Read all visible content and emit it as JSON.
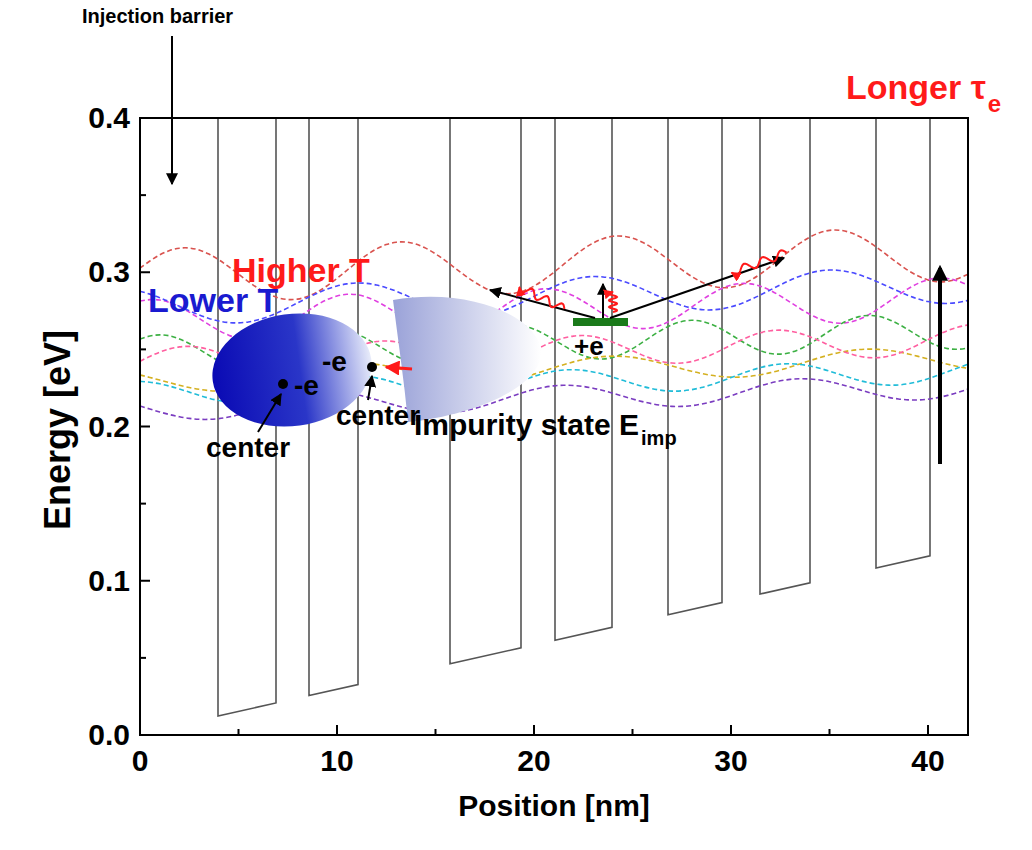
{
  "diagram": {
    "labels": [
      "Injection barrier",
      "Lower T",
      "Higher T",
      "Longer τ",
      "e",
      "-e",
      "-e",
      "+e",
      "Impurity state E",
      "imp",
      "center",
      "center",
      "0.4",
      "0.3",
      "0.2",
      "0.1",
      "0.0",
      "0",
      "10",
      "20",
      "30",
      "40",
      "Energy [eV]",
      "Position [nm]"
    ]
  }
}
